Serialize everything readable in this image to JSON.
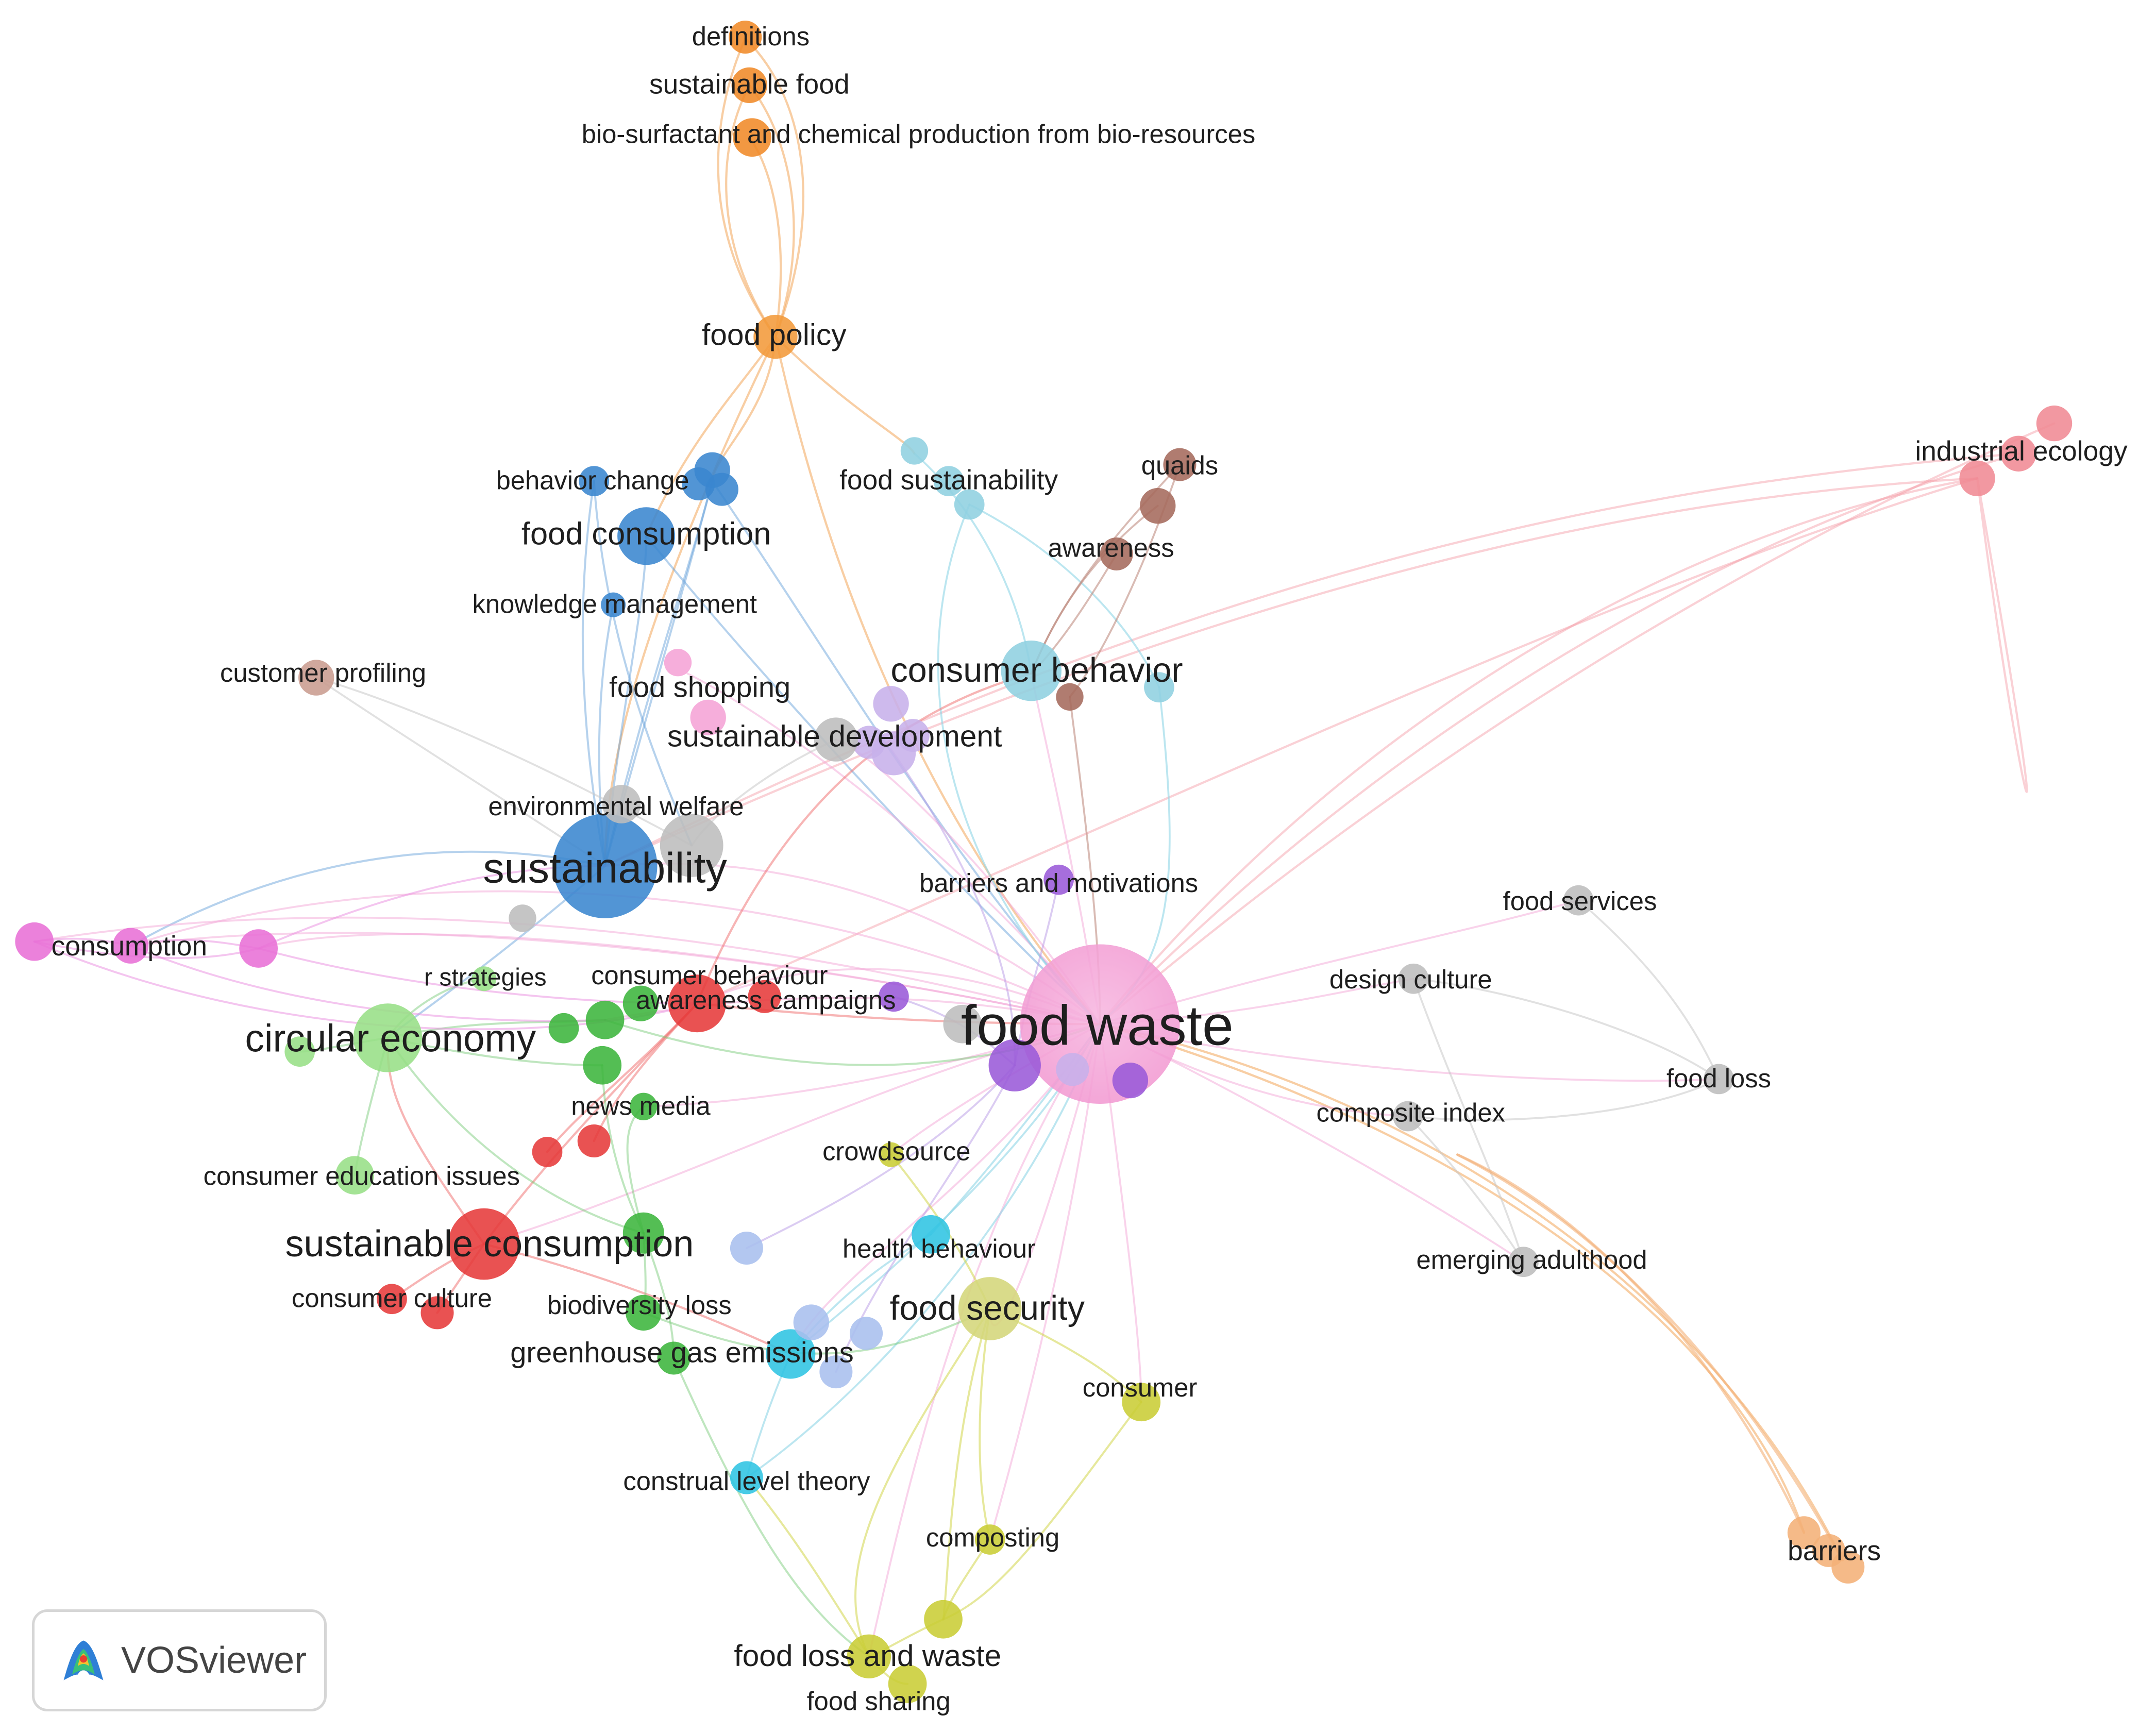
{
  "app": {
    "brand": "VOSviewer"
  },
  "network": {
    "type": "keyword co-occurrence network",
    "clusters": [
      {
        "id": "orange",
        "color": "#f08a28"
      },
      {
        "id": "blue",
        "color": "#3a86cf"
      },
      {
        "id": "lightblue",
        "color": "#8fd0e0"
      },
      {
        "id": "brown",
        "color": "#a56a5c"
      },
      {
        "id": "salmon",
        "color": "#f08a94"
      },
      {
        "id": "pink",
        "color": "#f5a3d6"
      },
      {
        "id": "magenta",
        "color": "#e86fd6"
      },
      {
        "id": "lavender",
        "color": "#c7b1ea"
      },
      {
        "id": "purple",
        "color": "#9a5ad8"
      },
      {
        "id": "red",
        "color": "#e63a3a"
      },
      {
        "id": "green",
        "color": "#3cb53c"
      },
      {
        "id": "lightgreen",
        "color": "#97df86"
      },
      {
        "id": "cyan",
        "color": "#2fc4e3"
      },
      {
        "id": "periwinkle",
        "color": "#a9bfee"
      },
      {
        "id": "yellow",
        "color": "#c9cd35"
      },
      {
        "id": "gray",
        "color": "#bdbdbd"
      },
      {
        "id": "peach",
        "color": "#f4b078"
      },
      {
        "id": "rosybrown",
        "color": "#c99c90"
      }
    ],
    "labels": {
      "definitions": "definitions",
      "sustainable_food": "sustainable food",
      "bio_surfactant": "bio-surfactant and chemical production from bio-resources",
      "food_policy": "food policy",
      "behavior_change": "behavior change",
      "food_consumption": "food consumption",
      "knowledge_management": "knowledge management",
      "food_sustainability": "food sustainability",
      "quaids": "quaids",
      "awareness": "awareness",
      "industrial_ecology": "industrial ecology",
      "customer_profiling": "customer profiling",
      "food_shopping": "food shopping",
      "consumer_behavior": "consumer behavior",
      "sustainable_development": "sustainable development",
      "environmental_welfare": "environmental welfare",
      "sustainability": "sustainability",
      "barriers_and_motivations": "barriers and motivations",
      "food_services": "food services",
      "consumption": "consumption",
      "r_strategies": "r strategies",
      "consumer_behaviour": "consumer behaviour",
      "awareness_campaigns": "awareness campaigns",
      "design_culture": "design culture",
      "circular_economy": "circular economy",
      "food_waste": "food waste",
      "food_loss": "food loss",
      "news_media": "news media",
      "composite_index": "composite index",
      "crowdsource": "crowdsource",
      "consumer_education_issues": "consumer education issues",
      "sustainable_consumption": "sustainable consumption",
      "health_behaviour": "health behaviour",
      "emerging_adulthood": "emerging adulthood",
      "consumer_culture": "consumer culture",
      "biodiversity_loss": "biodiversity loss",
      "food_security": "food security",
      "greenhouse_gas_emissions": "greenhouse gas emissions",
      "consumer": "consumer",
      "construal_level_theory": "construal level theory",
      "composting": "composting",
      "barriers": "barriers",
      "food_loss_and_waste": "food loss and waste",
      "food_sharing": "food sharing"
    }
  }
}
